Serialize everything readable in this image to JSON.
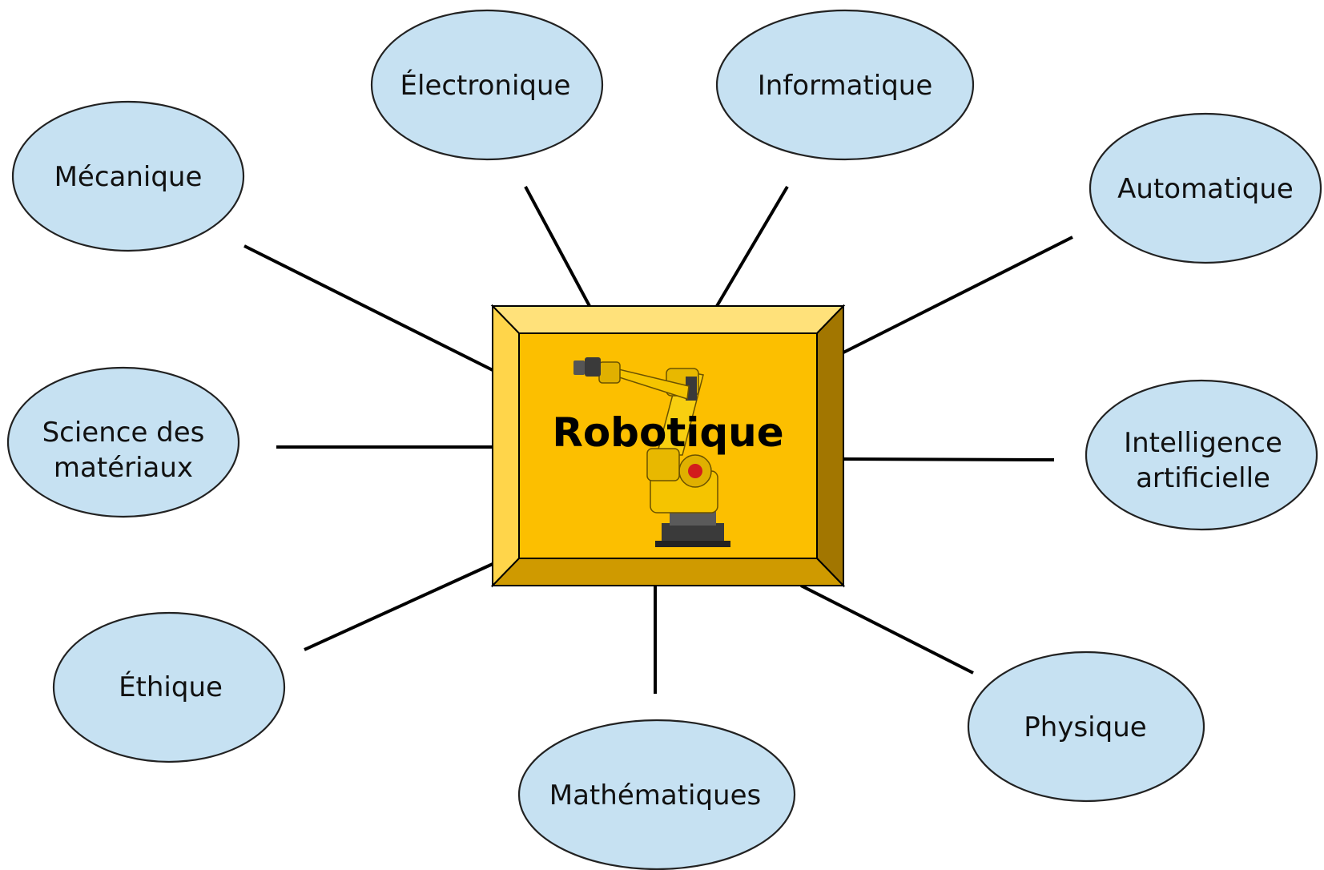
{
  "center": {
    "label": "Robotique",
    "icon": "industrial-robot-arm-icon",
    "colors": {
      "face": "#fcbf00",
      "bevel_top": "#ffe17a",
      "bevel_left": "#ffd54a",
      "bevel_right": "#a27600",
      "bevel_bottom": "#cf9a00"
    }
  },
  "bubble_color": "#c6e1f2",
  "disciplines": [
    {
      "id": "mecanique",
      "lines": [
        "Mécanique"
      ]
    },
    {
      "id": "electronique",
      "lines": [
        "Électronique"
      ]
    },
    {
      "id": "informatique",
      "lines": [
        "Informatique"
      ]
    },
    {
      "id": "automatique",
      "lines": [
        "Automatique"
      ]
    },
    {
      "id": "science-des-materiaux",
      "lines": [
        "Science des",
        "matériaux"
      ]
    },
    {
      "id": "intelligence-artificielle",
      "lines": [
        "Intelligence",
        "artificielle"
      ]
    },
    {
      "id": "ethique",
      "lines": [
        "Éthique"
      ]
    },
    {
      "id": "mathematiques",
      "lines": [
        "Mathématiques"
      ]
    },
    {
      "id": "physique",
      "lines": [
        "Physique"
      ]
    }
  ]
}
